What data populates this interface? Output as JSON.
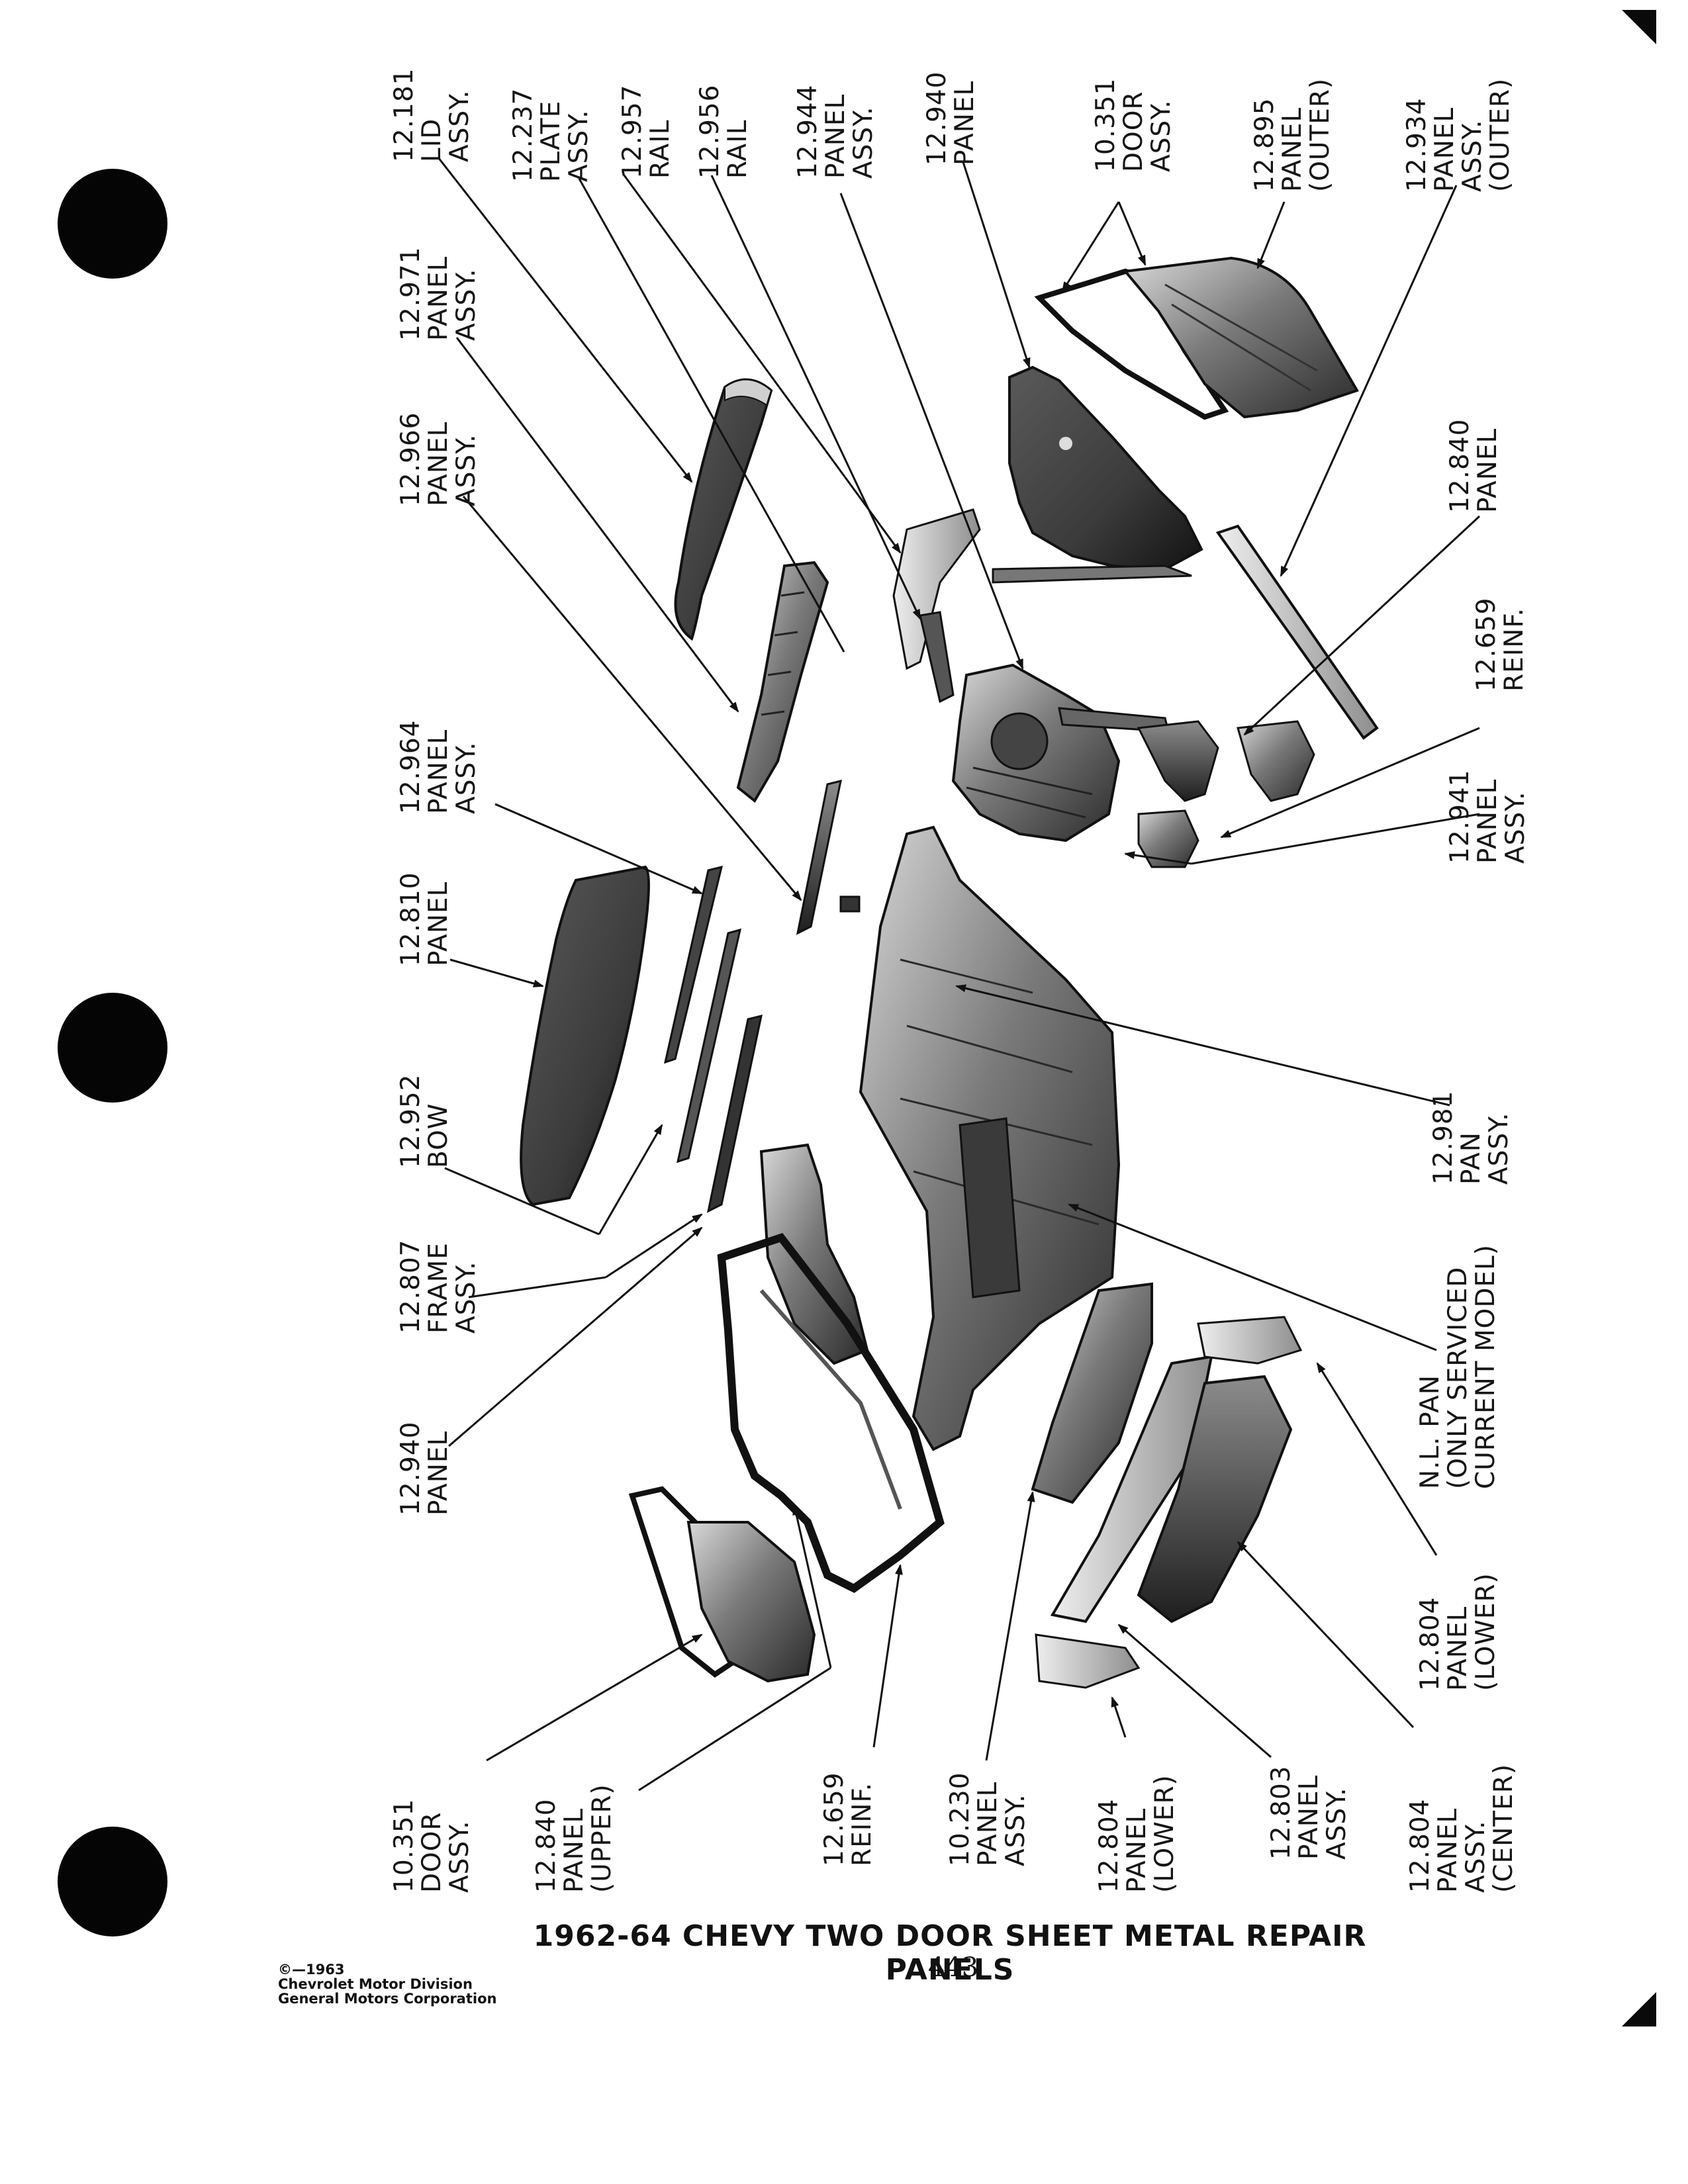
{
  "title": "1962-64 CHEVY TWO DOOR SHEET METAL REPAIR PANELS",
  "page_number": "443",
  "copyright": {
    "line1": "©—1963",
    "line2": "Chevrolet Motor Division",
    "line3": "General Motors Corporation"
  },
  "top_labels": [
    {
      "id": "lid-assy-12181",
      "text": "12.181\nLID\nASSY."
    },
    {
      "id": "plate-assy-12237",
      "text": "12.237\nPLATE\nASSY."
    },
    {
      "id": "rail-12957",
      "text": "12.957\nRAIL"
    },
    {
      "id": "rail-12956",
      "text": "12.956\nRAIL"
    },
    {
      "id": "panel-assy-12944",
      "text": "12.944\nPANEL\nASSY."
    },
    {
      "id": "panel-12940-top",
      "text": "12.940\nPANEL"
    },
    {
      "id": "door-assy-10351-top",
      "text": "10.351\nDOOR\nASSY."
    },
    {
      "id": "panel-outer-12895",
      "text": "12.895\nPANEL\n(OUTER)"
    },
    {
      "id": "panel-assy-outer-12934",
      "text": "12.934\nPANEL\nASSY.\n(OUTER)"
    },
    {
      "id": "panel-assy-12971",
      "text": "12.971\nPANEL\nASSY."
    },
    {
      "id": "panel-assy-12966",
      "text": "12.966\nPANEL\nASSY."
    },
    {
      "id": "panel-assy-12964",
      "text": "12.964\nPANEL\nASSY."
    },
    {
      "id": "panel-12810",
      "text": "12.810\nPANEL"
    },
    {
      "id": "bow-12952",
      "text": "12.952\nBOW"
    },
    {
      "id": "frame-assy-12807",
      "text": "12.807\nFRAME\nASSY."
    },
    {
      "id": "panel-12940-left",
      "text": "12.940\nPANEL"
    }
  ],
  "right_labels": [
    {
      "id": "panel-12840-right",
      "text": "12.840\nPANEL"
    },
    {
      "id": "reinf-12659-right",
      "text": "12.659\nREINF."
    },
    {
      "id": "panel-assy-12941",
      "text": "12.941\nPANEL\nASSY."
    },
    {
      "id": "pan-assy-12981",
      "text": "12.981\nPAN\nASSY."
    },
    {
      "id": "nl-pan",
      "text": "N.L. PAN\n(ONLY SERVICED\nCURRENT MODEL)"
    },
    {
      "id": "panel-lower-12804-right",
      "text": "12.804\nPANEL\n(LOWER)"
    }
  ],
  "bottom_labels": [
    {
      "id": "door-assy-10351-bottom",
      "text": "10.351\nDOOR\nASSY."
    },
    {
      "id": "panel-upper-12840",
      "text": "12.840\nPANEL\n(UPPER)"
    },
    {
      "id": "reinf-12659-bottom",
      "text": "12.659\nREINF."
    },
    {
      "id": "panel-assy-10230",
      "text": "10.230\nPANEL\nASSY."
    },
    {
      "id": "panel-lower-12804-bottom",
      "text": "12.804\nPANEL\n(LOWER)"
    },
    {
      "id": "panel-assy-12803",
      "text": "12.803\nPANEL\nASSY."
    },
    {
      "id": "panel-assy-center-12804",
      "text": "12.804\nPANEL\nASSY.\n(CENTER)"
    }
  ]
}
